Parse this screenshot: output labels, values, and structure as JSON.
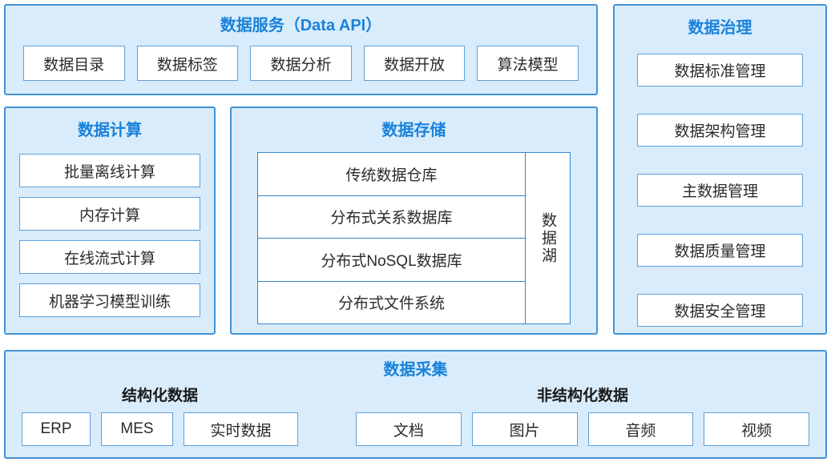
{
  "colors": {
    "panel_bg": "#d9ecfb",
    "panel_border": "#4292d6",
    "title_blue": "#1a82da",
    "box_border": "#5ea0d8",
    "box_text": "#2b2b2b",
    "table_border": "#3584c7",
    "subheader_text": "#1a1a1a"
  },
  "panels": {
    "data_service": {
      "title": "数据服务（Data API）",
      "items": [
        "数据目录",
        "数据标签",
        "数据分析",
        "数据开放",
        "算法模型"
      ]
    },
    "data_compute": {
      "title": "数据计算",
      "items": [
        "批量离线计算",
        "内存计算",
        "在线流式计算",
        "机器学习模型训练"
      ]
    },
    "data_storage": {
      "title": "数据存储",
      "rows": [
        "传统数据仓库",
        "分布式关系数据库",
        "分布式NoSQL数据库",
        "分布式文件系统"
      ],
      "side_label": "数据湖"
    },
    "data_governance": {
      "title": "数据治理",
      "items": [
        "数据标准管理",
        "数据架构管理",
        "主数据管理",
        "数据质量管理",
        "数据安全管理"
      ]
    },
    "data_collection": {
      "title": "数据采集",
      "groups": [
        {
          "label": "结构化数据",
          "items": [
            "ERP",
            "MES",
            "实时数据"
          ]
        },
        {
          "label": "非结构化数据",
          "items": [
            "文档",
            "图片",
            "音频",
            "视频"
          ]
        }
      ]
    }
  }
}
